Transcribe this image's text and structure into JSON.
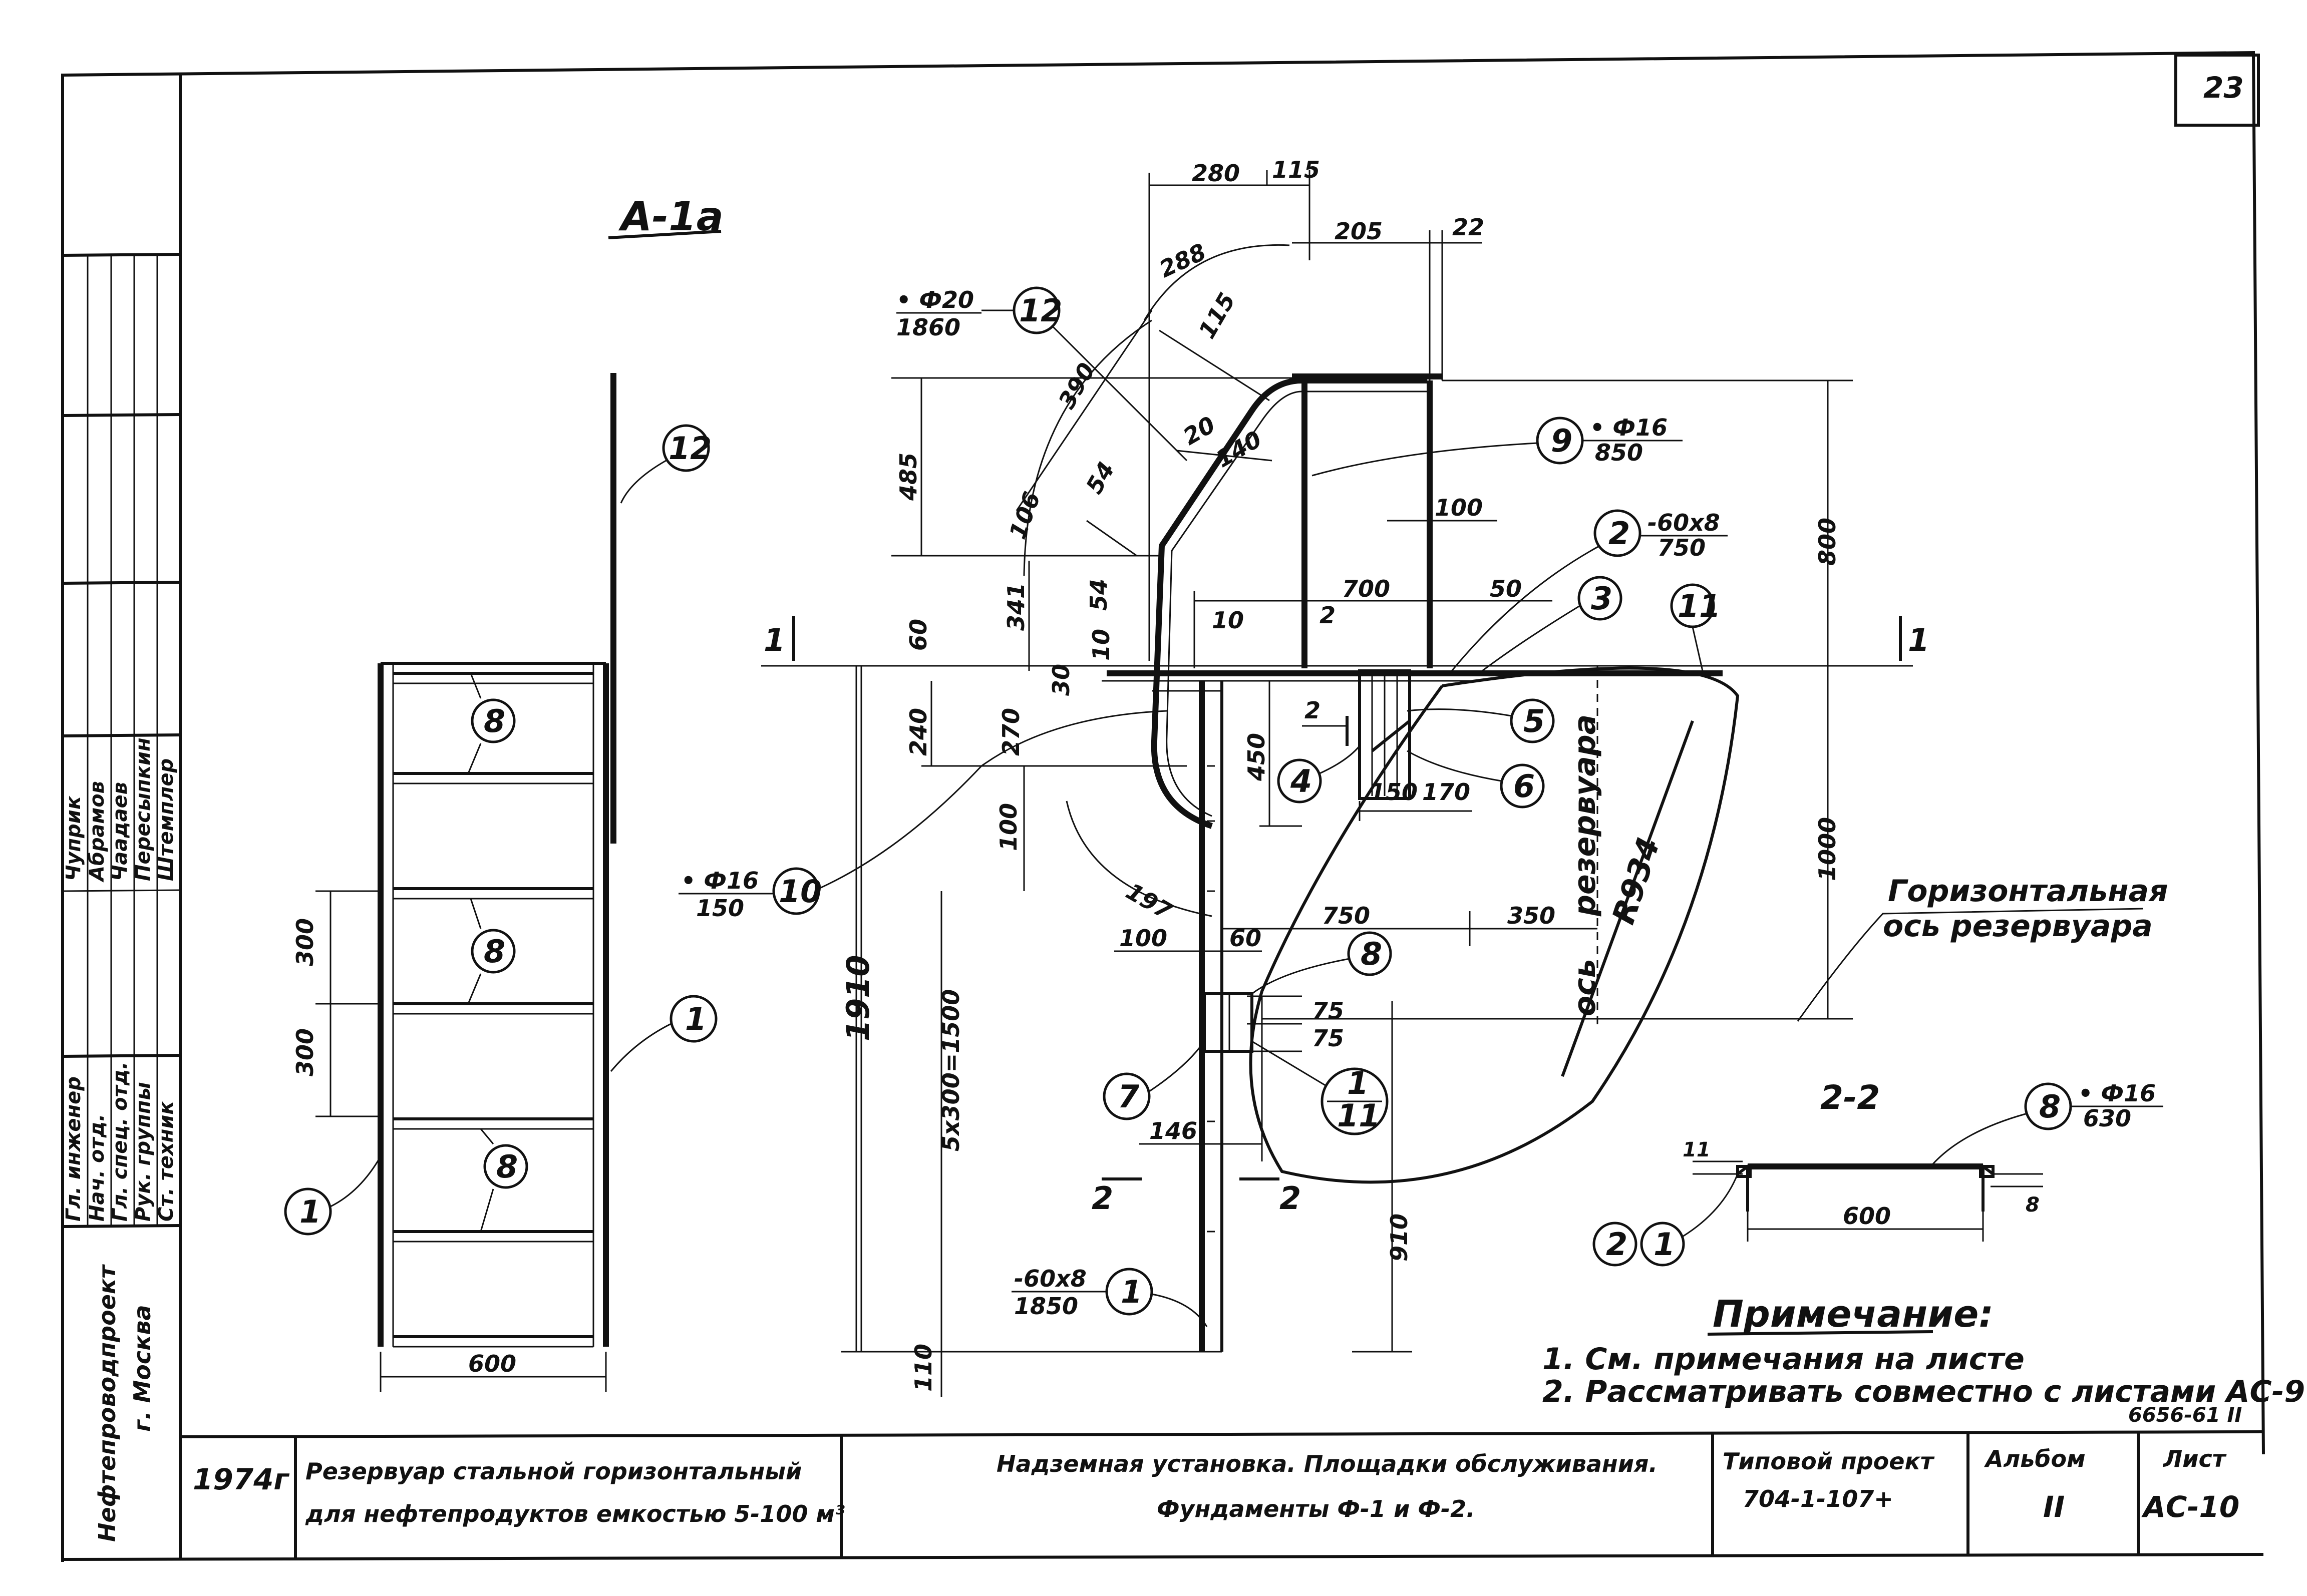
{
  "sheet": {
    "number": "23",
    "section_title": "А-1а",
    "section_title_sup": "а",
    "section_22": "2-2"
  },
  "dimensions": {
    "d280": "280",
    "d115a": "115",
    "d205": "205",
    "d22": "22",
    "d288": "288",
    "d115b": "115",
    "d390": "390",
    "d20": "20",
    "d140": "140",
    "d485": "485",
    "d106": "106",
    "d54a": "54",
    "d54b": "54",
    "d100a": "100",
    "d700": "700",
    "d50": "50",
    "d800": "800",
    "d10a": "10",
    "d10b": "10",
    "d2": "2",
    "d341": "341",
    "d60": "60",
    "d30": "30",
    "d240": "240",
    "d270": "270",
    "d450": "450",
    "d150": "150",
    "d170": "170",
    "d100b": "100",
    "d197": "197",
    "d750": "750",
    "d350": "350",
    "d100c": "100",
    "d60b": "60",
    "d1000": "1000",
    "d1910": "1910",
    "d5x300": "5х300=1500",
    "d75a": "75",
    "d75b": "75",
    "d146": "146",
    "d910": "910",
    "d110": "110",
    "d300a": "300",
    "d300b": "300",
    "d600a": "600",
    "d600b": "600",
    "r934": "R934",
    "d11": "11",
    "d8x": "8"
  },
  "callouts": {
    "c1": "1",
    "c2": "2",
    "c3": "3",
    "c4": "4",
    "c5": "5",
    "c6": "6",
    "c7": "7",
    "c8": "8",
    "c9": "9",
    "c10": "10",
    "c11": "11",
    "c12": "12",
    "c1_11_top": "1",
    "c1_11_bot": "11"
  },
  "specs": {
    "s12_top": "• Ф20",
    "s12_bot": "1860",
    "s9_top": "• Ф16",
    "s9_bot": "850",
    "s2_top": "-60х8",
    "s2_bot": "750",
    "s10_top": "• Ф16",
    "s10_bot": "150",
    "s1_top": "-60х8",
    "s1_bot": "1850",
    "s8_top": "• Ф16",
    "s8_bot": "630"
  },
  "labels": {
    "axis_v_1": "ось",
    "axis_v_2": "резервуара",
    "axis_h_1": "Горизонтальная",
    "axis_h_2": "ось резервуара",
    "section_mark_l": "1",
    "section_mark_r": "1",
    "mark2_l": "2",
    "mark2_r": "2",
    "mark2_small": "2"
  },
  "notes": {
    "heading": "Примечание:",
    "n1": "1. См. примечания на листе",
    "n2": "2. Рассматривать совместно с листами АС-9",
    "ref": "6656-61 ІІ"
  },
  "stamp": {
    "year": "1974г",
    "object_line1": "Резервуар стальной горизонтальный",
    "object_line2": "для нефтепродуктов емкостью 5-100 м³",
    "title_line1": "Надземная установка. Площадки обслуживания.",
    "title_line2": "Фундаменты Ф-1 и Ф-2.",
    "project_label": "Типовой проект",
    "project_number": "704-1-107+",
    "album_label": "Альбом",
    "album_value": "ІІ",
    "sheet_label": "Лист",
    "sheet_value": "АС-10"
  },
  "side_stamp": {
    "org_1": "Нефтепроводпроект",
    "org_2": "г. Москва",
    "roles": [
      "Гл. инженер",
      "Нач. отд.",
      "Гл. спец. отд.",
      "Рук. группы",
      "Ст. техник"
    ],
    "names": [
      "Чуприк",
      "Абрамов",
      "Чаадаев",
      "Пересыпкин",
      "Штемплер"
    ]
  }
}
